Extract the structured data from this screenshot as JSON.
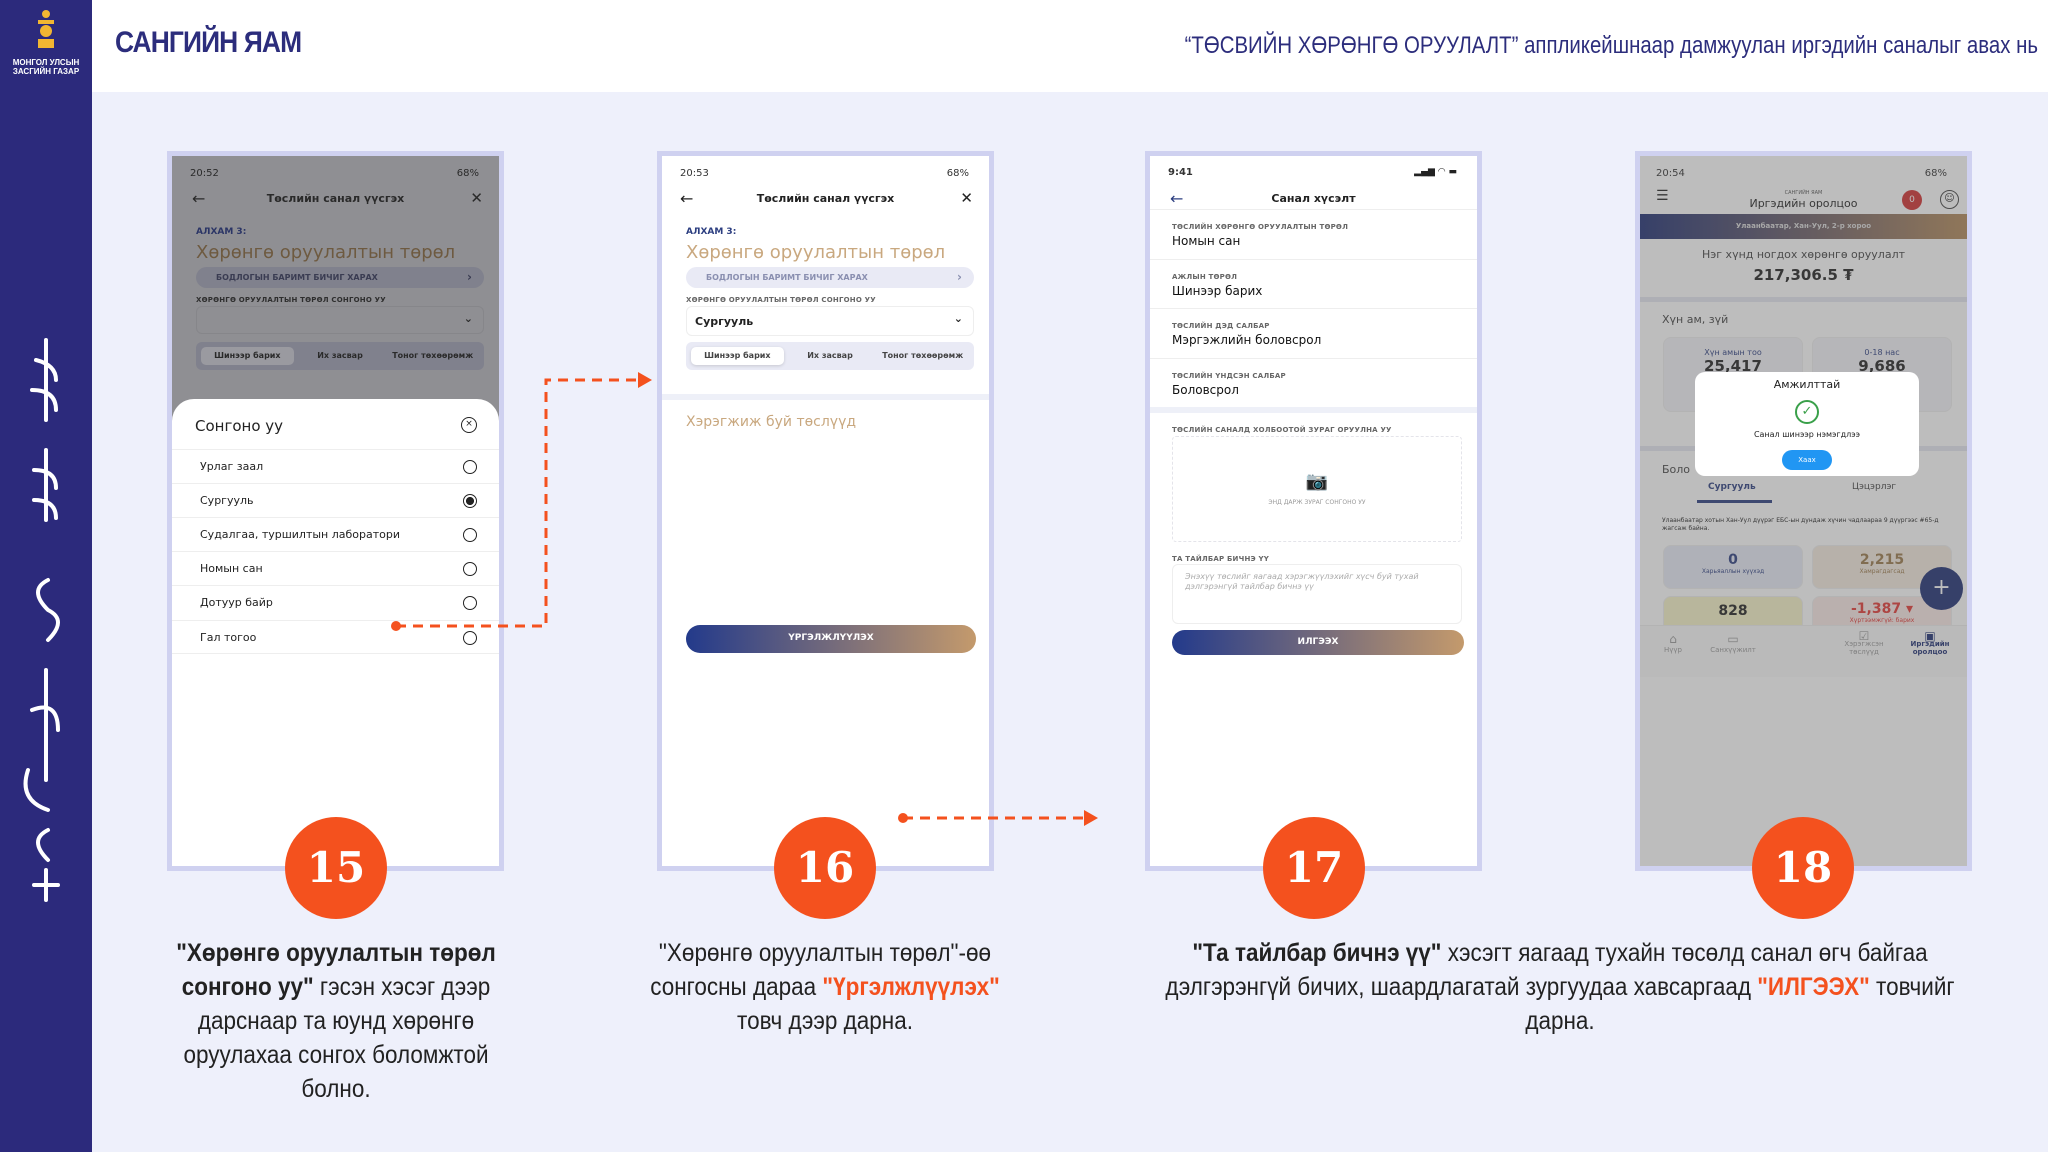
{
  "logo": {
    "text": "МОНГОЛ УЛСЫН ЗАСГИЙН ГАЗАР"
  },
  "header": {
    "title": "САНГИЙН ЯАМ",
    "subtitle": "“ТӨСВИЙН ХӨРӨНГӨ ОРУУЛАЛТ” аппликейшнаар дамжуулан иргэдийн саналыг авах нь"
  },
  "colors": {
    "sidebar": "#2c2a7c",
    "accent": "#f4511e",
    "primary": "#233a8b"
  },
  "phone1": {
    "time": "20:52",
    "status": "68%",
    "title": "Төслийн санал үүсгэх",
    "step": "АЛХАМ 3:",
    "heading": "Хөрөнгө оруулалтын төрөл",
    "policy": "БОДЛОГЫН БАРИМТ БИЧИГ ХАРАХ",
    "select_label": "ХӨРӨНГӨ ОРУУЛАЛТЫН ТӨРӨЛ СОНГОНО УУ",
    "segments": [
      "Шинээр барих",
      "Их засвар",
      "Тоног төхөөрөмж"
    ],
    "sheet": {
      "title": "Сонгоно уу",
      "options": [
        "Урлаг заал",
        "Сургууль",
        "Судалгаа, туршилтын лаборатори",
        "Номын сан",
        "Дотуур байр",
        "Гал тогоо"
      ],
      "selected": "Сургууль"
    }
  },
  "phone2": {
    "time": "20:53",
    "status": "68%",
    "title": "Төслийн санал үүсгэх",
    "step": "АЛХАМ 3:",
    "heading": "Хөрөнгө оруулалтын төрөл",
    "policy": "БОДЛОГЫН БАРИМТ БИЧИГ ХАРАХ",
    "select_label": "ХӨРӨНГӨ ОРУУЛАЛТЫН ТӨРӨЛ СОНГОНО УУ",
    "select_value": "Сургууль",
    "segments": [
      "Шинээр барих",
      "Их засвар",
      "Тоног төхөөрөмж"
    ],
    "projects": "Хэрэгжиж буй төслүүд",
    "continue": "ҮРГЭЛЖЛҮҮЛЭХ"
  },
  "phone3": {
    "time": "9:41",
    "title": "Санал хүсэлт",
    "fields": [
      {
        "label": "ТӨСЛИЙН ХӨРӨНГӨ ОРУУЛАЛТЫН ТӨРӨЛ",
        "value": "Номын сан"
      },
      {
        "label": "АЖЛЫН ТӨРӨЛ",
        "value": "Шинээр барих"
      },
      {
        "label": "ТӨСЛИЙН ДЭД САЛБАР",
        "value": "Мэргэжлийн боловсрол"
      },
      {
        "label": "ТӨСЛИЙН ҮНДСЭН САЛБАР",
        "value": "Боловсрол"
      }
    ],
    "photo_label": "ТӨСЛИЙН САНАЛД ХОЛБООТОЙ ЗУРАГ ОРУУЛНА УУ",
    "photo_hint": "ЭНД ДАРЖ ЗУРАГ СОНГОНО УУ",
    "comment_label": "ТА ТАЙЛБАР БИЧНЭ ҮҮ",
    "comment_placeholder": "Энэхүү төслийг яагаад хэрэгжүүлэхийг хүсч буй тухай дэлгэрэнгүй тайлбар бичнэ үү",
    "send": "ИЛГЭЭХ"
  },
  "phone4": {
    "time": "20:54",
    "status": "68%",
    "org": "САНГИЙН ЯАМ",
    "title": "Иргэдийн оролцоо",
    "badge": "0",
    "location": "Улаанбаатар, Хан-Уул, 2-р хороо",
    "per_person_label": "Нэг хүнд ногдох хөрөнгө оруулалт",
    "per_person": "217,306.5 ₮",
    "demo": "Хүн ам, зүй",
    "population_label": "Хүн амын тоо",
    "population": "25,417",
    "age_label": "0-18 нас",
    "age": "9,686",
    "edu": "Боло",
    "tabs": [
      "Сургууль",
      "Цэцэрлэг"
    ],
    "desc": "Улаанбаатар хотын Хан-Уул дүүрэг ЕБС-ын дундаж хүчин чадлаараа 9 дүүргээс #65-д жагсаж байна.",
    "stats": [
      {
        "value": "0",
        "label": "Харьяаллын хүүхэд"
      },
      {
        "value": "2,215",
        "label": "Хамрагдагсад"
      },
      {
        "value": "828",
        "label": ""
      },
      {
        "value": "-1,387 ▾",
        "label": "Хүртээмжгүй: барих"
      }
    ],
    "nav": [
      "Нүүр",
      "Санхүүжилт",
      "Хэрэгжсэн төслүүд",
      "Иргэдийн оролцоо"
    ],
    "modal": {
      "title": "Амжилттай",
      "message": "Санал шинээр нэмэгдлээ",
      "close": "Хаах"
    }
  },
  "steps": [
    "15",
    "16",
    "17",
    "18"
  ],
  "captions": {
    "c15": {
      "bold": "\"Хөрөнгө оруулалтын төрөл сонгоно уу\"",
      "rest": " гэсэн хэсэг дээр дарснаар та юунд хөрөнгө оруулахаа сонгох боломжтой болно."
    },
    "c16": {
      "a": "\"Хөрөнгө оруулалтын төрөл\"-өө сонгосны дараа ",
      "hl": "\"Үргэлжлүүлэх\"",
      "b": " товч дээр дарна."
    },
    "c17": {
      "bold": "\"Та тайлбар бичнэ үү\"",
      "a": " хэсэгт яагаад тухайн төсөлд санал өгч байгаа дэлгэрэнгүй бичих, шаардлагатай зургуудаа хавсаргаад ",
      "hl": "\"ИЛГЭЭХ\"",
      "b": " товчийг дарна."
    }
  }
}
